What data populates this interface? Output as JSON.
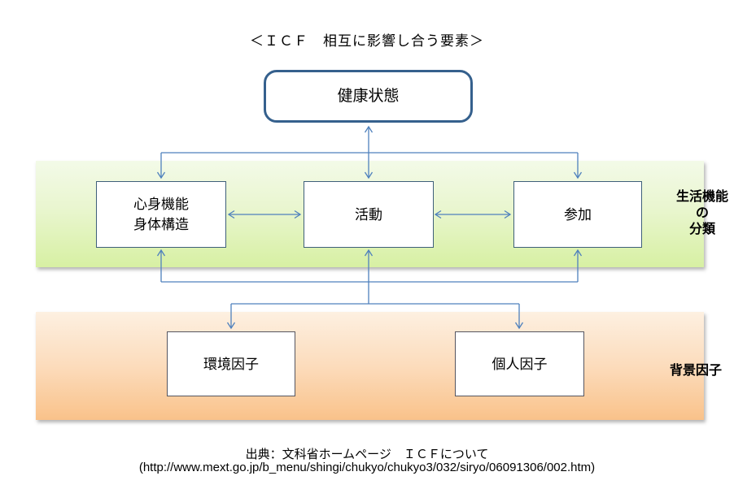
{
  "title": "＜ＩＣＦ　相互に影響し合う要素＞",
  "nodes": {
    "health": {
      "label": "健康状態"
    },
    "body_functions": {
      "line1": "心身機能",
      "line2": "身体構造"
    },
    "activity": {
      "label": "活動"
    },
    "participation": {
      "label": "参加"
    },
    "environmental": {
      "label": "環境因子"
    },
    "personal": {
      "label": "個人因子"
    }
  },
  "side_labels": {
    "life_functions": {
      "line1": "生活機能",
      "line2": "の",
      "line3": "分類"
    },
    "background_factors": {
      "label": "背景因子"
    }
  },
  "source": {
    "line1": "出典：文科省ホームページ　ＩＣＦについて",
    "line2": "(http://www.mext.go.jp/b_menu/shingi/chukyo/chukyo3/032/siryo/06091306/002.htm)"
  },
  "colors": {
    "arrow": "#4f81bd",
    "health_border": "#35608d",
    "box_border": "#3e5f7a",
    "factor_border": "#55555f",
    "green_top": "#f3fae8",
    "green_bottom": "#d7f0a3",
    "orange_top": "#fdf0e1",
    "orange_bottom": "#f9c28a"
  }
}
